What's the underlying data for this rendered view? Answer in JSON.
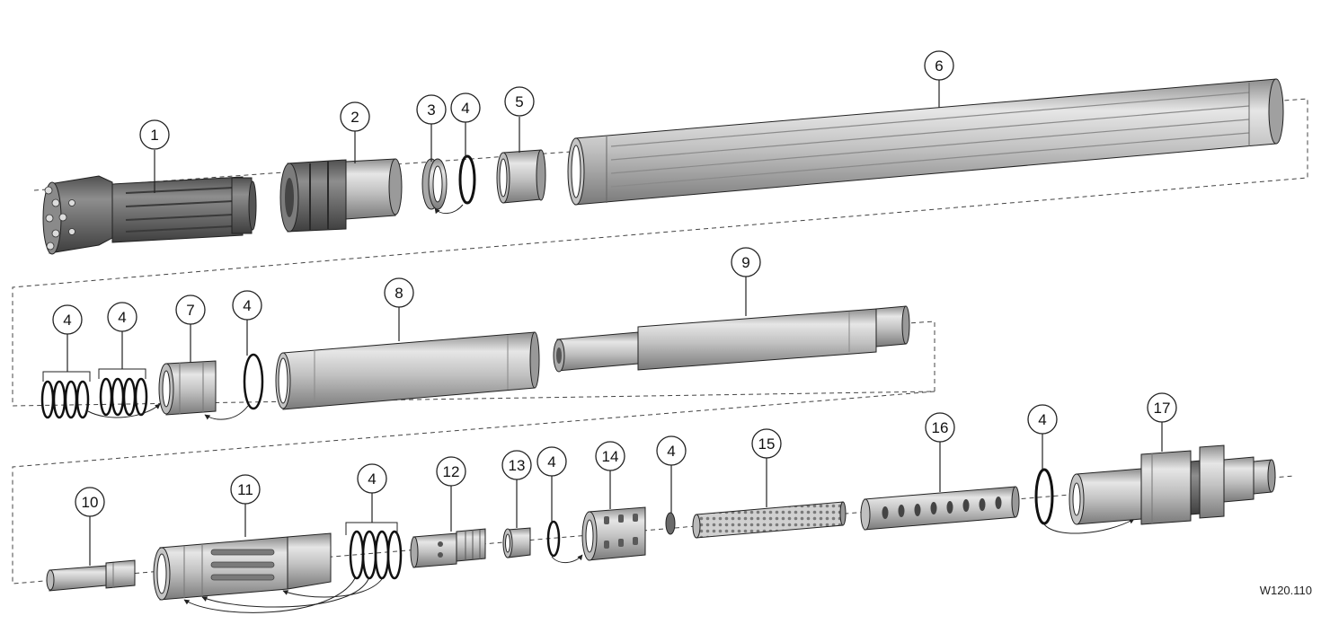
{
  "drawing_code": "W120.110",
  "callouts": [
    "1",
    "2",
    "3",
    "4",
    "5",
    "6",
    "4",
    "4",
    "7",
    "4",
    "8",
    "9",
    "10",
    "11",
    "4",
    "12",
    "13",
    "4",
    "14",
    "4",
    "15",
    "16",
    "4",
    "17"
  ],
  "colors": {
    "part_fill": "#b8b8b8",
    "part_dark": "#6f6f6f",
    "line": "#1a1a1a",
    "dashed_path": "#444444"
  }
}
